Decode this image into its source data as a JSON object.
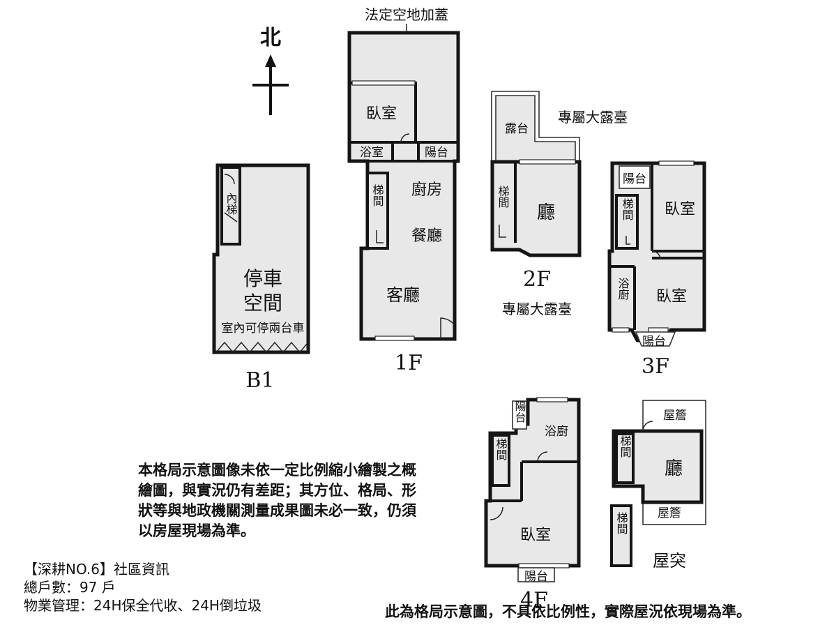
{
  "compass": {
    "north": "北"
  },
  "b1": {
    "floor": "B1",
    "stair": "內梯",
    "room_line1": "停車",
    "room_line2": "空間",
    "note": "室內可停兩台車"
  },
  "f1": {
    "floor": "1F",
    "top_label": "法定空地加蓋",
    "bedroom": "臥室",
    "bath": "浴室",
    "balcony": "陽台",
    "stair": "梯間",
    "kitchen": "廚房",
    "dining": "餐廳",
    "living": "客廳"
  },
  "f2": {
    "floor": "2F",
    "terrace": "露台",
    "terrace_label": "專屬大露臺",
    "stair": "梯間",
    "hall": "廳",
    "terrace_label_below": "專屬大露臺"
  },
  "f3": {
    "floor": "3F",
    "balcony_top": "陽台",
    "bedroom_top": "臥室",
    "stair": "梯間",
    "bath_kitchen": "浴廚",
    "bedroom_bottom": "臥室",
    "balcony_bottom": "陽台"
  },
  "f4": {
    "floor": "4F",
    "balcony_top": "陽台",
    "bath_kitchen": "浴廚",
    "stair": "梯間",
    "bedroom": "臥室",
    "balcony_bottom": "陽台"
  },
  "roof": {
    "floor": "屋突",
    "eave_top": "屋簷",
    "stair": "梯間",
    "hall": "廳",
    "eave_bottom": "屋簷",
    "stair_lower": "梯間"
  },
  "disclaimer": {
    "line1": "本格局示意圖像未依一定比例縮小繪製之概",
    "line2": "繪圖，與實況仍有差距；其方位、格局、形",
    "line3": "狀等與地政機關測量成果圖未必一致，仍須",
    "line4": "以房屋現場為準。"
  },
  "community": {
    "title": "【深耕NO.6】社區資訊",
    "households": "總戶數：97 戶",
    "management": "物業管理：24H保全代收、24H倒垃圾"
  },
  "footer": {
    "note": "此為格局示意圖，不具依比例性，實際屋況依現場為準。"
  }
}
